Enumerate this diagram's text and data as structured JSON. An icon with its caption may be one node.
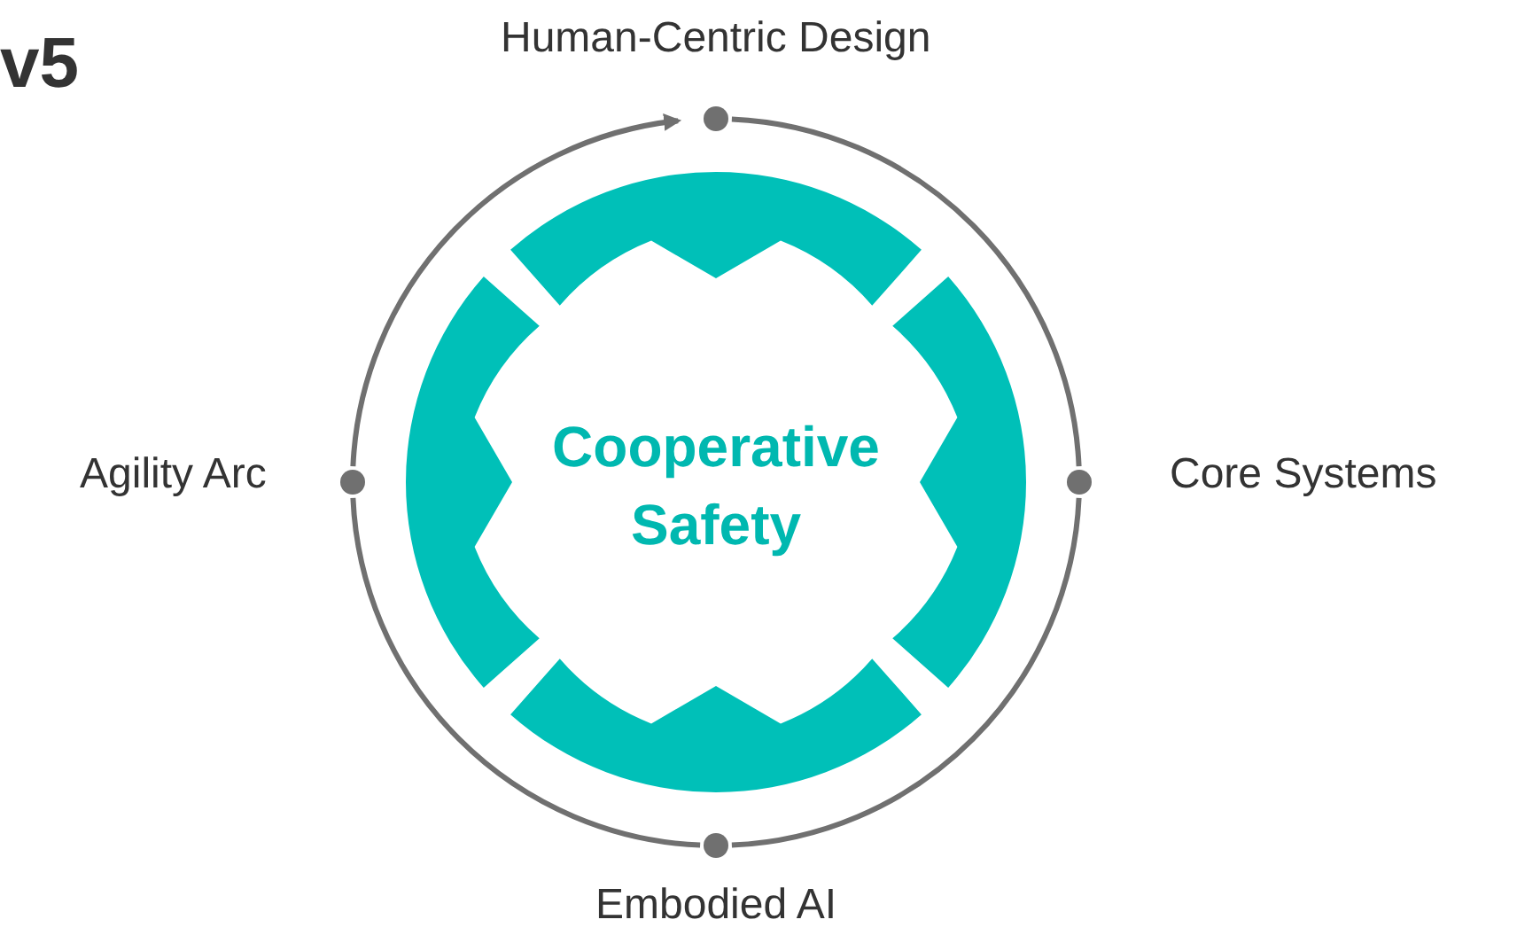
{
  "diagram": {
    "nodes": [
      {
        "text": [],
        "shape": "circle",
        "beside": [
          "Human-Centric Design"
        ]
      },
      {
        "text": [],
        "shape": "circle",
        "beside": [
          "Core Systems"
        ]
      },
      {
        "text": [],
        "shape": "circle",
        "beside": [
          "Embodied AI"
        ]
      },
      {
        "text": [],
        "shape": "circle",
        "beside": [
          "Agility Arc"
        ]
      },
      {
        "text": [
          "Cooperative Safety"
        ]
      },
      {
        "text": [],
        "shape": "bar"
      },
      {
        "text": [],
        "shape": "bar"
      },
      {
        "text": [],
        "shape": "bar"
      },
      {
        "text": [],
        "shape": "bar"
      }
    ],
    "edges": [
      {
        "from": 0,
        "to": 1,
        "arrow": "none"
      },
      {
        "from": 1,
        "to": 2,
        "arrow": "none"
      },
      {
        "from": 2,
        "to": 3,
        "arrow": "none"
      },
      {
        "from": 3,
        "to": 0,
        "arrow": "to"
      }
    ],
    "labels": [
      "v5"
    ]
  }
}
